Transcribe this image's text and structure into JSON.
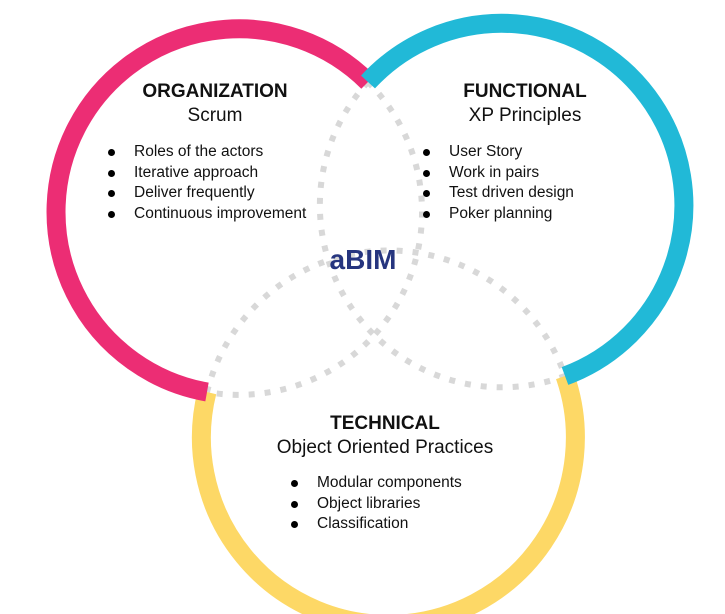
{
  "colors": {
    "organization": "#ec2d74",
    "functional": "#21b9d7",
    "technical": "#fdd866",
    "center": "#26357f",
    "dots": "#d8d8d8"
  },
  "center": {
    "label": "aBIM"
  },
  "organization": {
    "heading": "ORGANIZATION",
    "subheading": "Scrum",
    "items": [
      "Roles of the actors",
      "Iterative approach",
      "Deliver frequently",
      "Continuous improvement"
    ]
  },
  "functional": {
    "heading": "FUNCTIONAL",
    "subheading": "XP Principles",
    "items": [
      "User Story",
      "Work in pairs",
      "Test driven design",
      "Poker planning"
    ]
  },
  "technical": {
    "heading": "TECHNICAL",
    "subheading": "Object Oriented Practices",
    "items": [
      "Modular components",
      "Object libraries",
      "Classification"
    ]
  }
}
